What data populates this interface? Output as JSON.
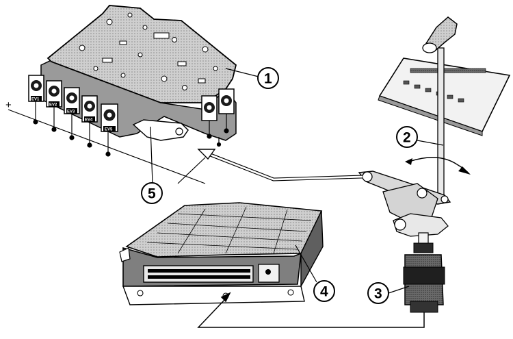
{
  "callouts": [
    {
      "id": "1",
      "label": "1"
    },
    {
      "id": "2",
      "label": "2"
    },
    {
      "id": "3",
      "label": "3"
    },
    {
      "id": "4",
      "label": "4"
    },
    {
      "id": "5",
      "label": "5"
    }
  ],
  "supply_symbol": "+",
  "solenoid_labels": [
    "EV1",
    "EV2",
    "EV3",
    "EV4",
    "EV5"
  ],
  "colors": {
    "ink": "#000000",
    "shade": "#7a7a7a",
    "light": "#d9d9d9",
    "mid": "#a8a8a8",
    "paper": "#ffffff"
  }
}
